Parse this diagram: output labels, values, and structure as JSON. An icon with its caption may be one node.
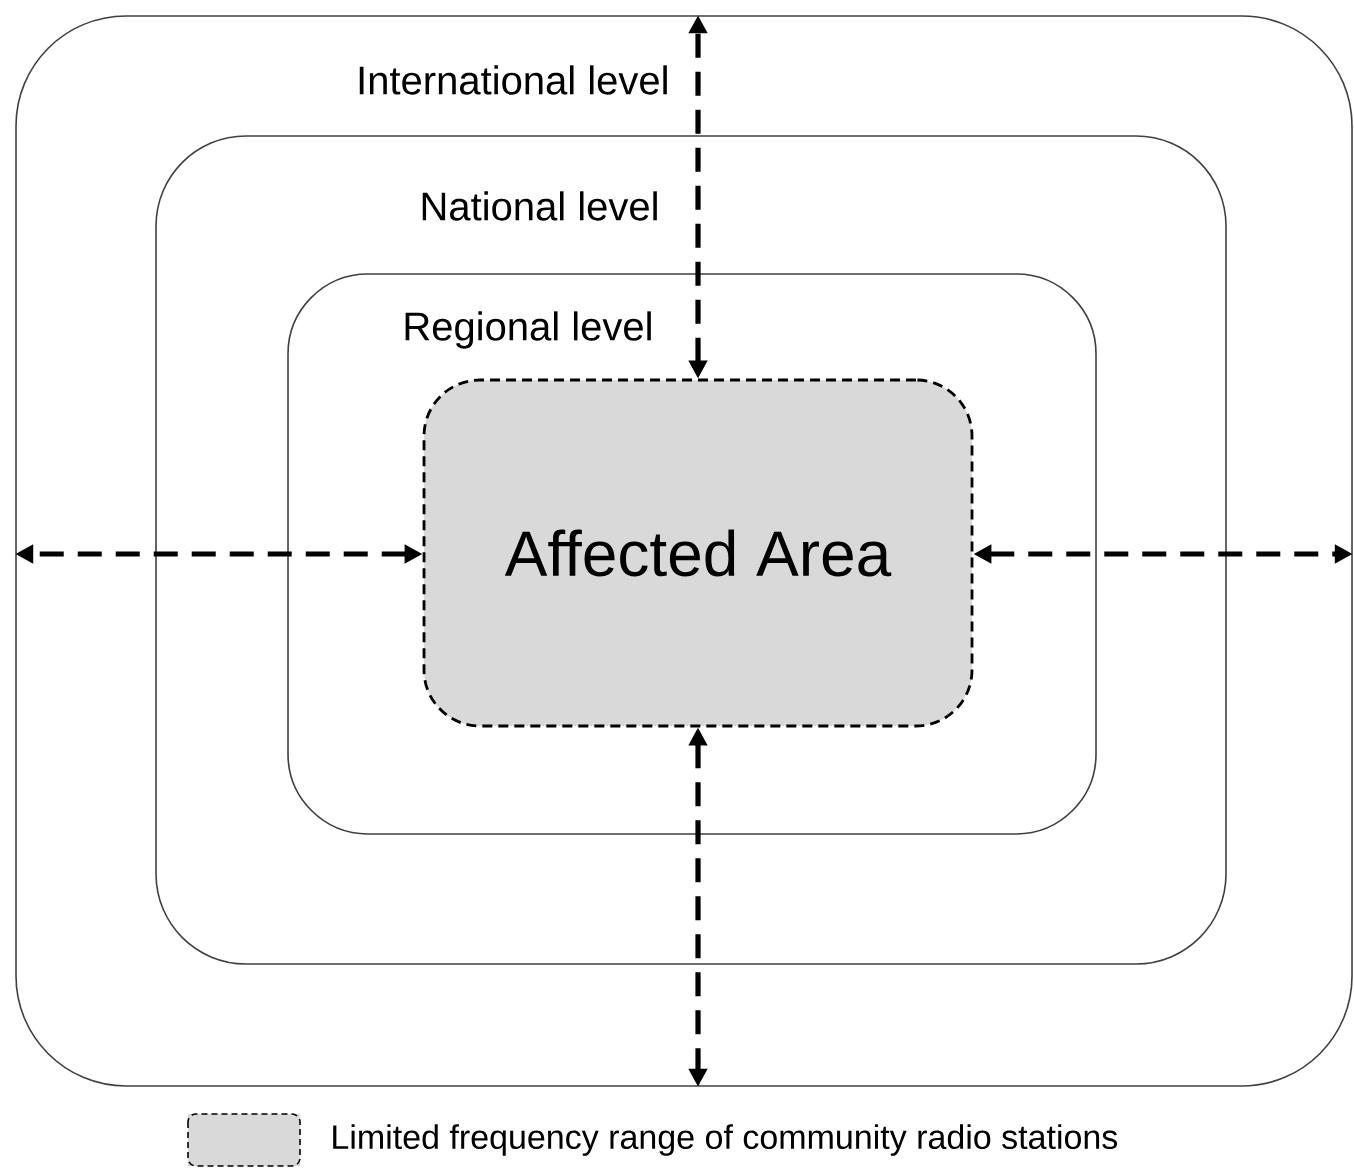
{
  "diagram": {
    "nodes": [
      {
        "text": [
          "International level"
        ]
      },
      {
        "text": [
          "National level"
        ],
        "in": 0
      },
      {
        "text": [
          "Regional level"
        ],
        "in": 1
      },
      {
        "text": [
          "Affected Area"
        ],
        "in": 2
      }
    ],
    "edges": [
      {
        "from": 3,
        "to": 0,
        "arrow": "both",
        "style": "dashed"
      },
      {
        "from": 3,
        "to": 0,
        "arrow": "both",
        "style": "dashed"
      },
      {
        "from": 3,
        "to": 0,
        "arrow": "both",
        "style": "dashed"
      },
      {
        "from": 3,
        "to": 0,
        "arrow": "both",
        "style": "dashed"
      }
    ],
    "legend": [
      {
        "text": "Limited frequency range of community radio stations",
        "color": "#d9d9d9"
      }
    ]
  }
}
